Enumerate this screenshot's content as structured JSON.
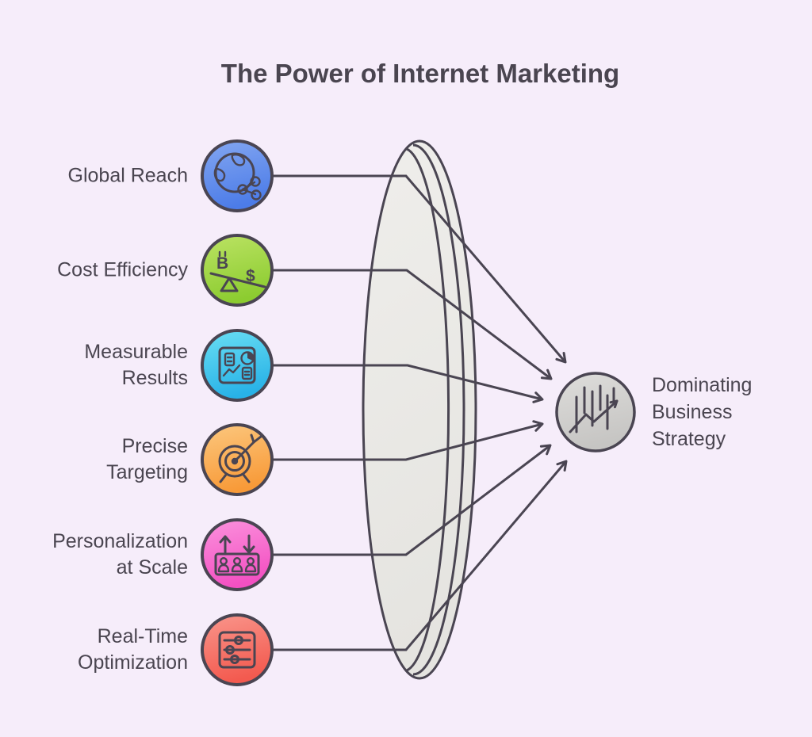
{
  "title": "The Power of Internet Marketing",
  "colors": {
    "background": "#f6edfa",
    "stroke": "#4a4552",
    "text": "#4a4550",
    "lens_top": "#efeeeb",
    "lens_bottom": "#e5e4e0",
    "result_top": "#dedddb",
    "result_bottom": "#c6c5c3"
  },
  "factors": [
    {
      "label": "Global Reach",
      "icon": "globe-network-icon",
      "color_top": "#84a7f1",
      "color_bottom": "#4c7ce8"
    },
    {
      "label": "Cost Efficiency",
      "icon": "cost-balance-icon",
      "color_top": "#bce364",
      "color_bottom": "#8ccc30",
      "glyphs": {
        "left": "B",
        "right": "$"
      }
    },
    {
      "label": "Measurable Results",
      "icon": "analytics-dashboard-icon",
      "color_top": "#6adff3",
      "color_bottom": "#28b2e7"
    },
    {
      "label": "Precise Targeting",
      "icon": "target-arrow-icon",
      "color_top": "#fcc87f",
      "color_bottom": "#f89a38"
    },
    {
      "label": "Personalization at Scale",
      "icon": "people-elevator-icon",
      "color_top": "#fb92dd",
      "color_bottom": "#f350c2"
    },
    {
      "label": "Real-Time Optimization",
      "icon": "sliders-icon",
      "color_top": "#f9968c",
      "color_bottom": "#f35a4f"
    }
  ],
  "result": {
    "label": "Dominating Business Strategy",
    "icon": "market-growth-icon"
  }
}
